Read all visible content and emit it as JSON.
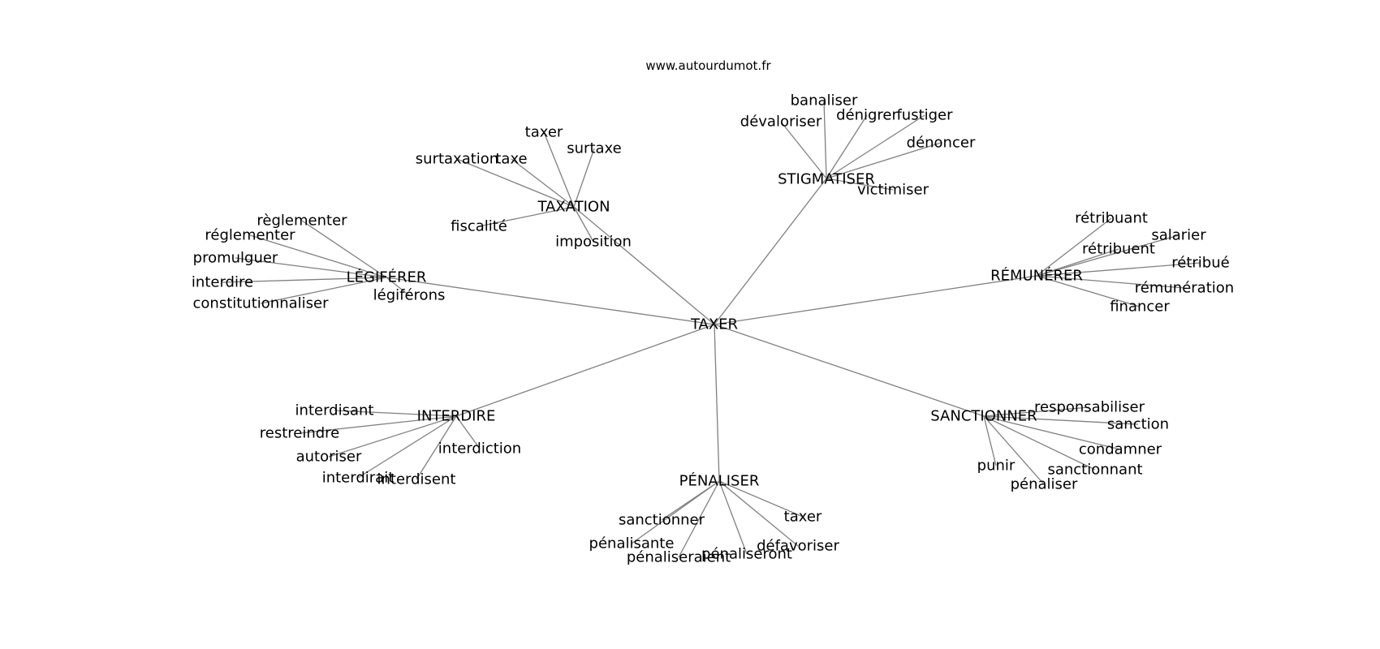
{
  "source": "www.autourdumot.fr",
  "graph": {
    "center": "TAXER",
    "clusters": [
      {
        "hub": "TAXATION",
        "words": [
          "taxer",
          "surtaxe",
          "surtaxation",
          "taxe",
          "fiscalité",
          "imposition"
        ]
      },
      {
        "hub": "STIGMATISER",
        "words": [
          "banaliser",
          "dévaloriser",
          "dénigrer",
          "fustiger",
          "dénoncer",
          "victimiser"
        ]
      },
      {
        "hub": "LÉGIFÉRER",
        "words": [
          "règlementer",
          "réglementer",
          "promulguer",
          "interdire",
          "constitutionnaliser",
          "légiférons"
        ]
      },
      {
        "hub": "RÉMUNÉRER",
        "words": [
          "rétribuant",
          "salarier",
          "rétribuent",
          "rétribué",
          "rémunération",
          "financer"
        ]
      },
      {
        "hub": "INTERDIRE",
        "words": [
          "interdisant",
          "restreindre",
          "autoriser",
          "interdirait",
          "interdisent",
          "interdiction"
        ]
      },
      {
        "hub": "SANCTIONNER",
        "words": [
          "responsabiliser",
          "sanction",
          "condamner",
          "sanctionnant",
          "punir",
          "pénaliser"
        ]
      },
      {
        "hub": "PÉNALISER",
        "words": [
          "sanctionner",
          "taxer",
          "pénalisante",
          "pénaliseraient",
          "pénaliseront",
          "défavoriser"
        ]
      }
    ]
  }
}
